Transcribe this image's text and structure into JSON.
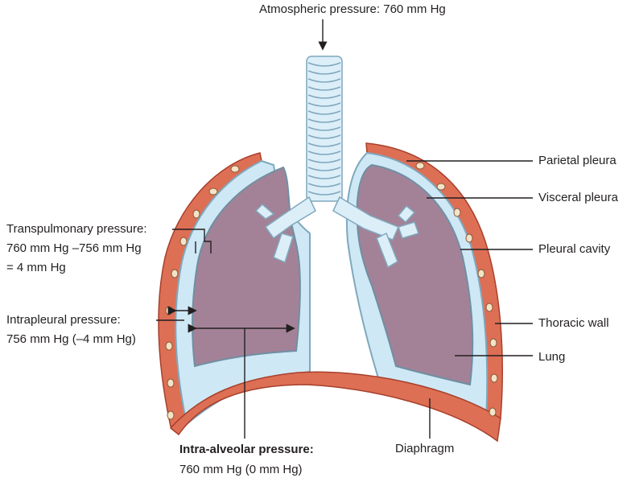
{
  "labels": {
    "atmospheric": "Atmospheric pressure: 760 mm Hg",
    "parietal": "Parietal pleura",
    "visceral": "Visceral pleura",
    "pleural_cavity": "Pleural cavity",
    "thoracic_wall": "Thoracic wall",
    "lung": "Lung",
    "diaphragm": "Diaphragm",
    "transpulmonary": [
      "Transpulmonary pressure:",
      "760 mm Hg –756 mm Hg",
      "= 4 mm Hg"
    ],
    "intrapleural": [
      "Intrapleural pressure:",
      "756 mm Hg (–4 mm Hg)"
    ],
    "intra_alveolar": [
      "Intra-alveolar pressure:",
      "760 mm Hg (0 mm Hg)"
    ]
  },
  "colors": {
    "lung": "#a38297",
    "pleura": "#cfe8f5",
    "pleura_edge": "#7fa8bd",
    "wall": "#dd6f55",
    "wall_edge": "#a8402c",
    "cartilage": "#dceef8",
    "line": "#231f20"
  }
}
